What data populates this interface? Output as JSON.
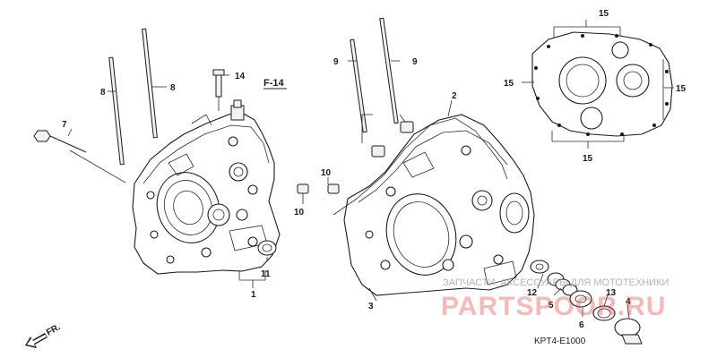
{
  "diagram": {
    "callouts": {
      "c1": "1",
      "c2": "2",
      "c3": "3",
      "c4": "4",
      "c5": "5",
      "c6": "6",
      "c7": "7",
      "c8a": "8",
      "c8b": "8",
      "c9a": "9",
      "c9b": "9",
      "c10a": "10",
      "c10b": "10",
      "c11": "11",
      "c12": "12",
      "c13": "13",
      "c14": "14",
      "c15top": "15",
      "c15left": "15",
      "c15right": "15",
      "c15bottom": "15"
    },
    "ref_label": "F-14",
    "front_indicator": "FR.",
    "drawing_code": "KPT4-E1000",
    "watermark": {
      "caption": "ЗАПЧАСТИ, АКСЕССУАРЫ ДЛЯ МОТОТЕХНИКИ",
      "brand": "PARTSPOOR.RU"
    }
  }
}
